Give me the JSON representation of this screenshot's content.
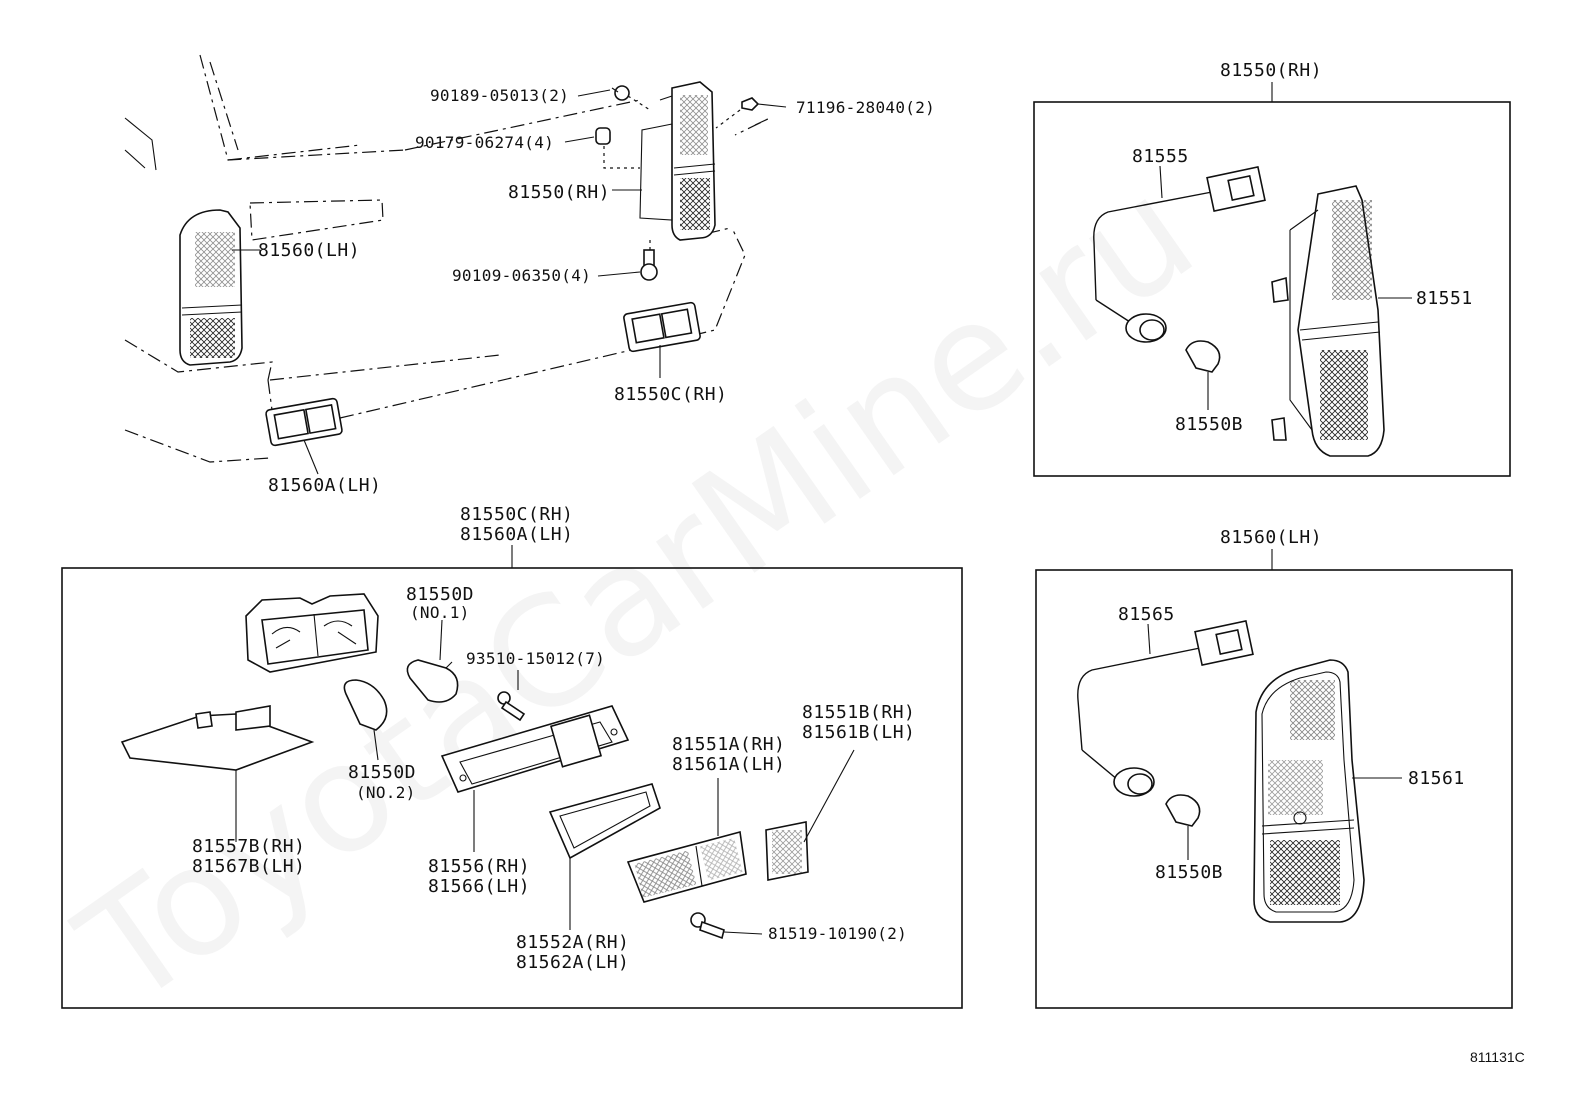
{
  "watermark": "ToyotaCarMine.ru",
  "figure_code": "811131C",
  "overview": {
    "bolt_90189": "90189-05013(2)",
    "clip_71196": "71196-28040(2)",
    "nut_90179": "90179-06274(4)",
    "lamp_rh": "81550(RH)",
    "lamp_lh": "81560(LH)",
    "screw_90109": "90109-06350(4)",
    "side_rh": "81550C(RH)",
    "side_lh": "81560A(LH)"
  },
  "box_rh": {
    "header": "81550(RH)",
    "wire": "81555",
    "lens": "81551",
    "bulb": "81550B"
  },
  "box_lh": {
    "header": "81560(LH)",
    "wire": "81565",
    "lens": "81561",
    "bulb": "81550B"
  },
  "box_side": {
    "header_1": "81550C(RH)",
    "header_2": "81560A(LH)",
    "bulb_no1": "81550D",
    "bulb_no1_note": "(NO.1)",
    "bulb_no2": "81550D",
    "bulb_no2_note": "(NO.2)",
    "screw_93510": "93510-15012(7)",
    "bracket_rh": "81557B(RH)",
    "bracket_lh": "81567B(LH)",
    "gasket_rh": "81556(RH)",
    "gasket_lh": "81566(LH)",
    "pad_rh": "81552A(RH)",
    "pad_lh": "81562A(LH)",
    "lens_a_rh": "81551A(RH)",
    "lens_a_lh": "81561A(LH)",
    "lens_b_rh": "81551B(RH)",
    "lens_b_lh": "81561B(LH)",
    "screw_81519": "81519-10190(2)"
  }
}
